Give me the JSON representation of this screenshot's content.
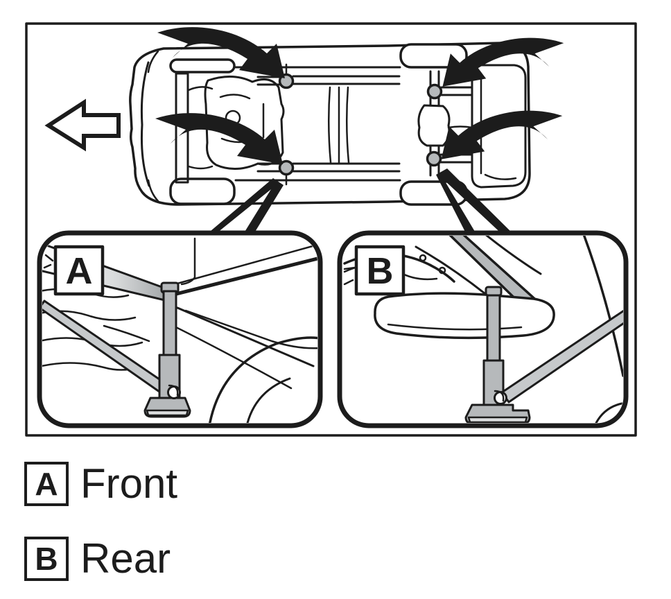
{
  "figure": {
    "kind": "vehicle-underbody-jack-position-diagram",
    "vehicle_view": "bottom view, front of vehicle pointing left",
    "jack_point_count": 4
  },
  "legend": [
    {
      "key": "A",
      "label": "Front"
    },
    {
      "key": "B",
      "label": "Rear"
    }
  ],
  "icons": [
    {
      "name": "front-direction-arrow",
      "glyph": "outline arrow pointing left"
    },
    {
      "name": "curved-callout-arrow",
      "glyph": "filled swoosh arrow"
    },
    {
      "name": "jack-point-marker",
      "glyph": "gray filled circle"
    },
    {
      "name": "pointer-wedge",
      "glyph": "black converging callout spikes"
    }
  ],
  "colors": {
    "ink": "#1c1c1c",
    "metal_gray": "#b6b9bb",
    "rod_gray": "#c6c9cb",
    "plate_light": "#dcdedf",
    "paper": "#ffffff"
  }
}
